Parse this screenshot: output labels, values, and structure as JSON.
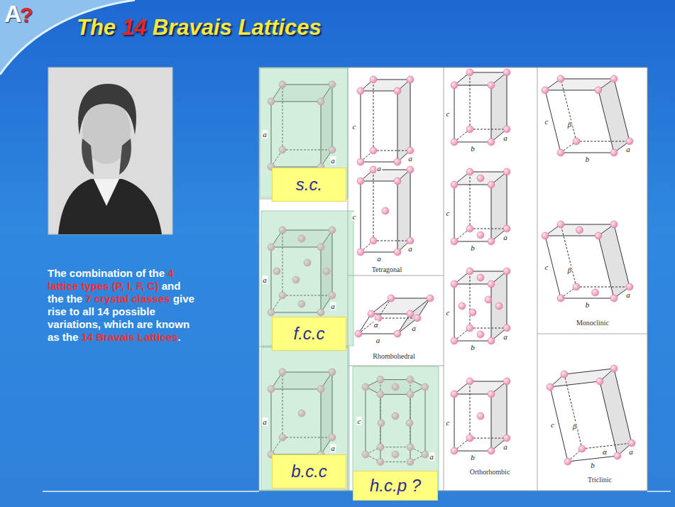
{
  "diagram": {
    "title": "The 14 Bravais Lattices",
    "nodes": [
      {
        "text": [
          "s.c."
        ]
      },
      {
        "text": [
          "f.c.c"
        ]
      },
      {
        "text": [
          "b.c.c"
        ]
      },
      {
        "text": [
          "h.c.p ?"
        ]
      }
    ],
    "labels": [
      "A",
      "?",
      "The combination of the",
      "4 lattice types (P, I, F, C)",
      "and the the",
      "7 crystal classes",
      "give rise to all 14 possible variations, which are known as the",
      "14 Bravais Lattices",
      ".",
      "a",
      "a",
      "a",
      "a",
      "a",
      "a",
      "c",
      "a",
      "a",
      "c",
      "a",
      "a",
      "Tetragonal",
      "a",
      "a",
      "α",
      "Rhombohedral",
      "c",
      "a",
      "c",
      "a",
      "b",
      "c",
      "a",
      "b",
      "c",
      "a",
      "b",
      "c",
      "a",
      "b",
      "Orthorhombic",
      "c",
      "β",
      "a",
      "b",
      "c",
      "β",
      "a",
      "b",
      "Monoclinic",
      "c",
      "β",
      "α",
      "a",
      "b",
      "Triclinic"
    ]
  }
}
